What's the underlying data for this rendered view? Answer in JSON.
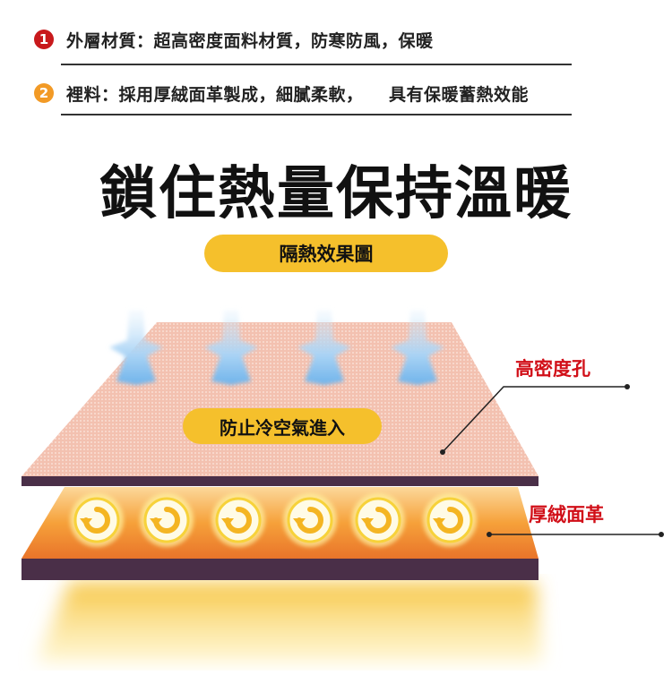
{
  "features": [
    {
      "number": "1",
      "text": "外層材質：超高密度面料材質，防寒防風，保暖",
      "color": "#c8191c"
    },
    {
      "number": "2",
      "text": "裡料：採用厚絨面革製成，細膩柔軟，    具有保暖蓄熱效能",
      "color": "#f29a26"
    }
  ],
  "headline": "鎖住熱量保持溫暖",
  "diagram": {
    "title": "隔熱效果圖",
    "top_layer_label": "防止冷空氣進入",
    "label_top": "高密度孔",
    "label_bottom": "厚絨面革"
  },
  "colors": {
    "accent_yellow": "#f5c02c",
    "label_red": "#d10f18",
    "fabric_pink": "#f3c1b0",
    "fabric_edge": "#4a2f48",
    "warm_orange": "#f6a13a"
  }
}
